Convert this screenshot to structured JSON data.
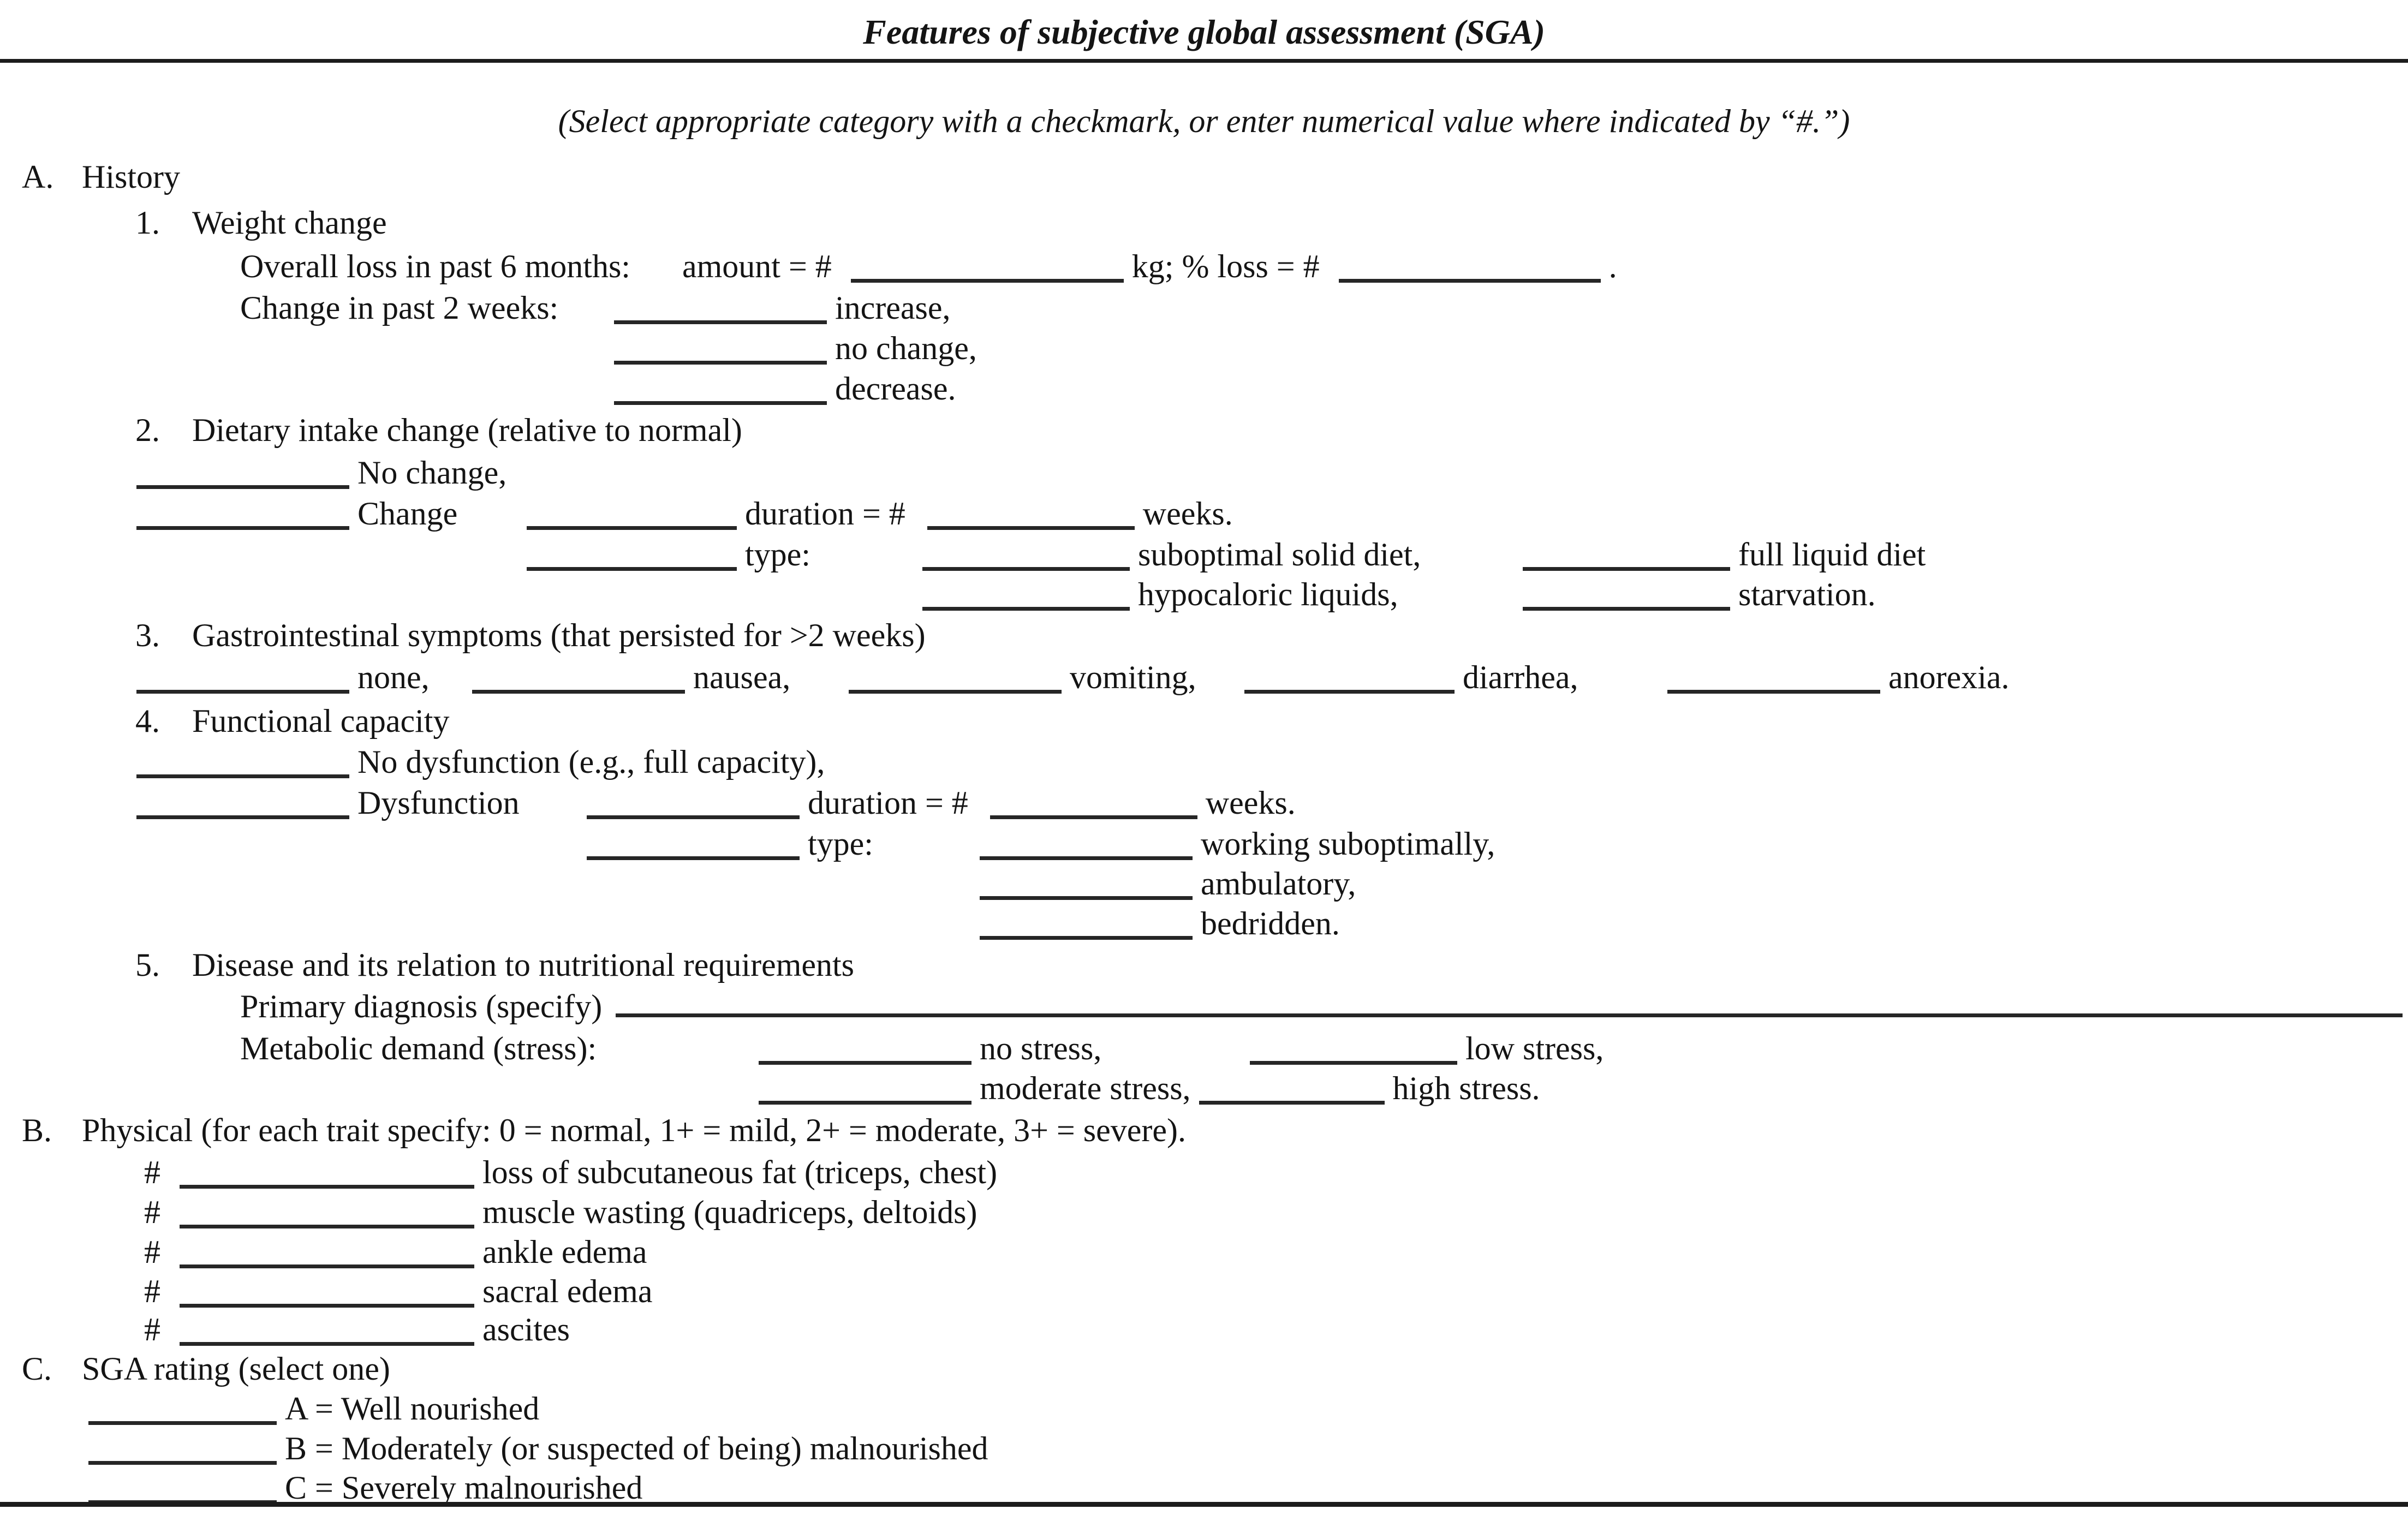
{
  "title": "Features of subjective global assessment (SGA)",
  "instruction": "(Select appropriate category with a checkmark, or enter numerical value where indicated by “#.”)",
  "sectionA": {
    "label": "A.",
    "heading": "History",
    "item1": {
      "num": "1.",
      "heading": "Weight change",
      "overall": {
        "label": "Overall loss in past 6 months:",
        "amount_label": "amount = #",
        "kg_label": "kg; % loss = #",
        "period": "."
      },
      "change2wk": {
        "label": "Change in past 2 weeks:",
        "opts": [
          "increase,",
          "no change,",
          "decrease."
        ]
      }
    },
    "item2": {
      "num": "2.",
      "heading": "Dietary intake change (relative to normal)",
      "no_change": "No change,",
      "change": "Change",
      "duration_label": "duration = #",
      "weeks": "weeks.",
      "type_label": "type:",
      "type_opts": [
        "suboptimal solid diet,",
        "full liquid diet",
        "hypocaloric liquids,",
        "starvation."
      ]
    },
    "item3": {
      "num": "3.",
      "heading": "Gastrointestinal symptoms (that persisted for >2 weeks)",
      "opts": [
        "none,",
        "nausea,",
        "vomiting,",
        "diarrhea,",
        "anorexia."
      ]
    },
    "item4": {
      "num": "4.",
      "heading": "Functional capacity",
      "no_dysfunction": "No dysfunction (e.g., full capacity),",
      "dysfunction": "Dysfunction",
      "duration_label": "duration = #",
      "weeks": "weeks.",
      "type_label": "type:",
      "type_opts": [
        "working suboptimally,",
        "ambulatory,",
        "bedridden."
      ]
    },
    "item5": {
      "num": "5.",
      "heading": "Disease and its relation to nutritional requirements",
      "diagnosis_label": "Primary diagnosis (specify)",
      "metabolic_label": "Metabolic demand (stress):",
      "opts": [
        "no stress,",
        "low stress,",
        "moderate stress,",
        "high stress."
      ]
    }
  },
  "sectionB": {
    "label": "B.",
    "heading": "Physical (for each trait specify: 0 = normal, 1+ = mild, 2+ = moderate, 3+ = severe).",
    "hash": "#",
    "items": [
      "loss of subcutaneous fat (triceps, chest)",
      "muscle wasting (quadriceps, deltoids)",
      "ankle edema",
      "sacral edema",
      "ascites"
    ]
  },
  "sectionC": {
    "label": "C.",
    "heading": "SGA rating (select one)",
    "options": [
      "A = Well nourished",
      "B = Moderately (or suspected of being) malnourished",
      "C = Severely malnourished"
    ]
  }
}
